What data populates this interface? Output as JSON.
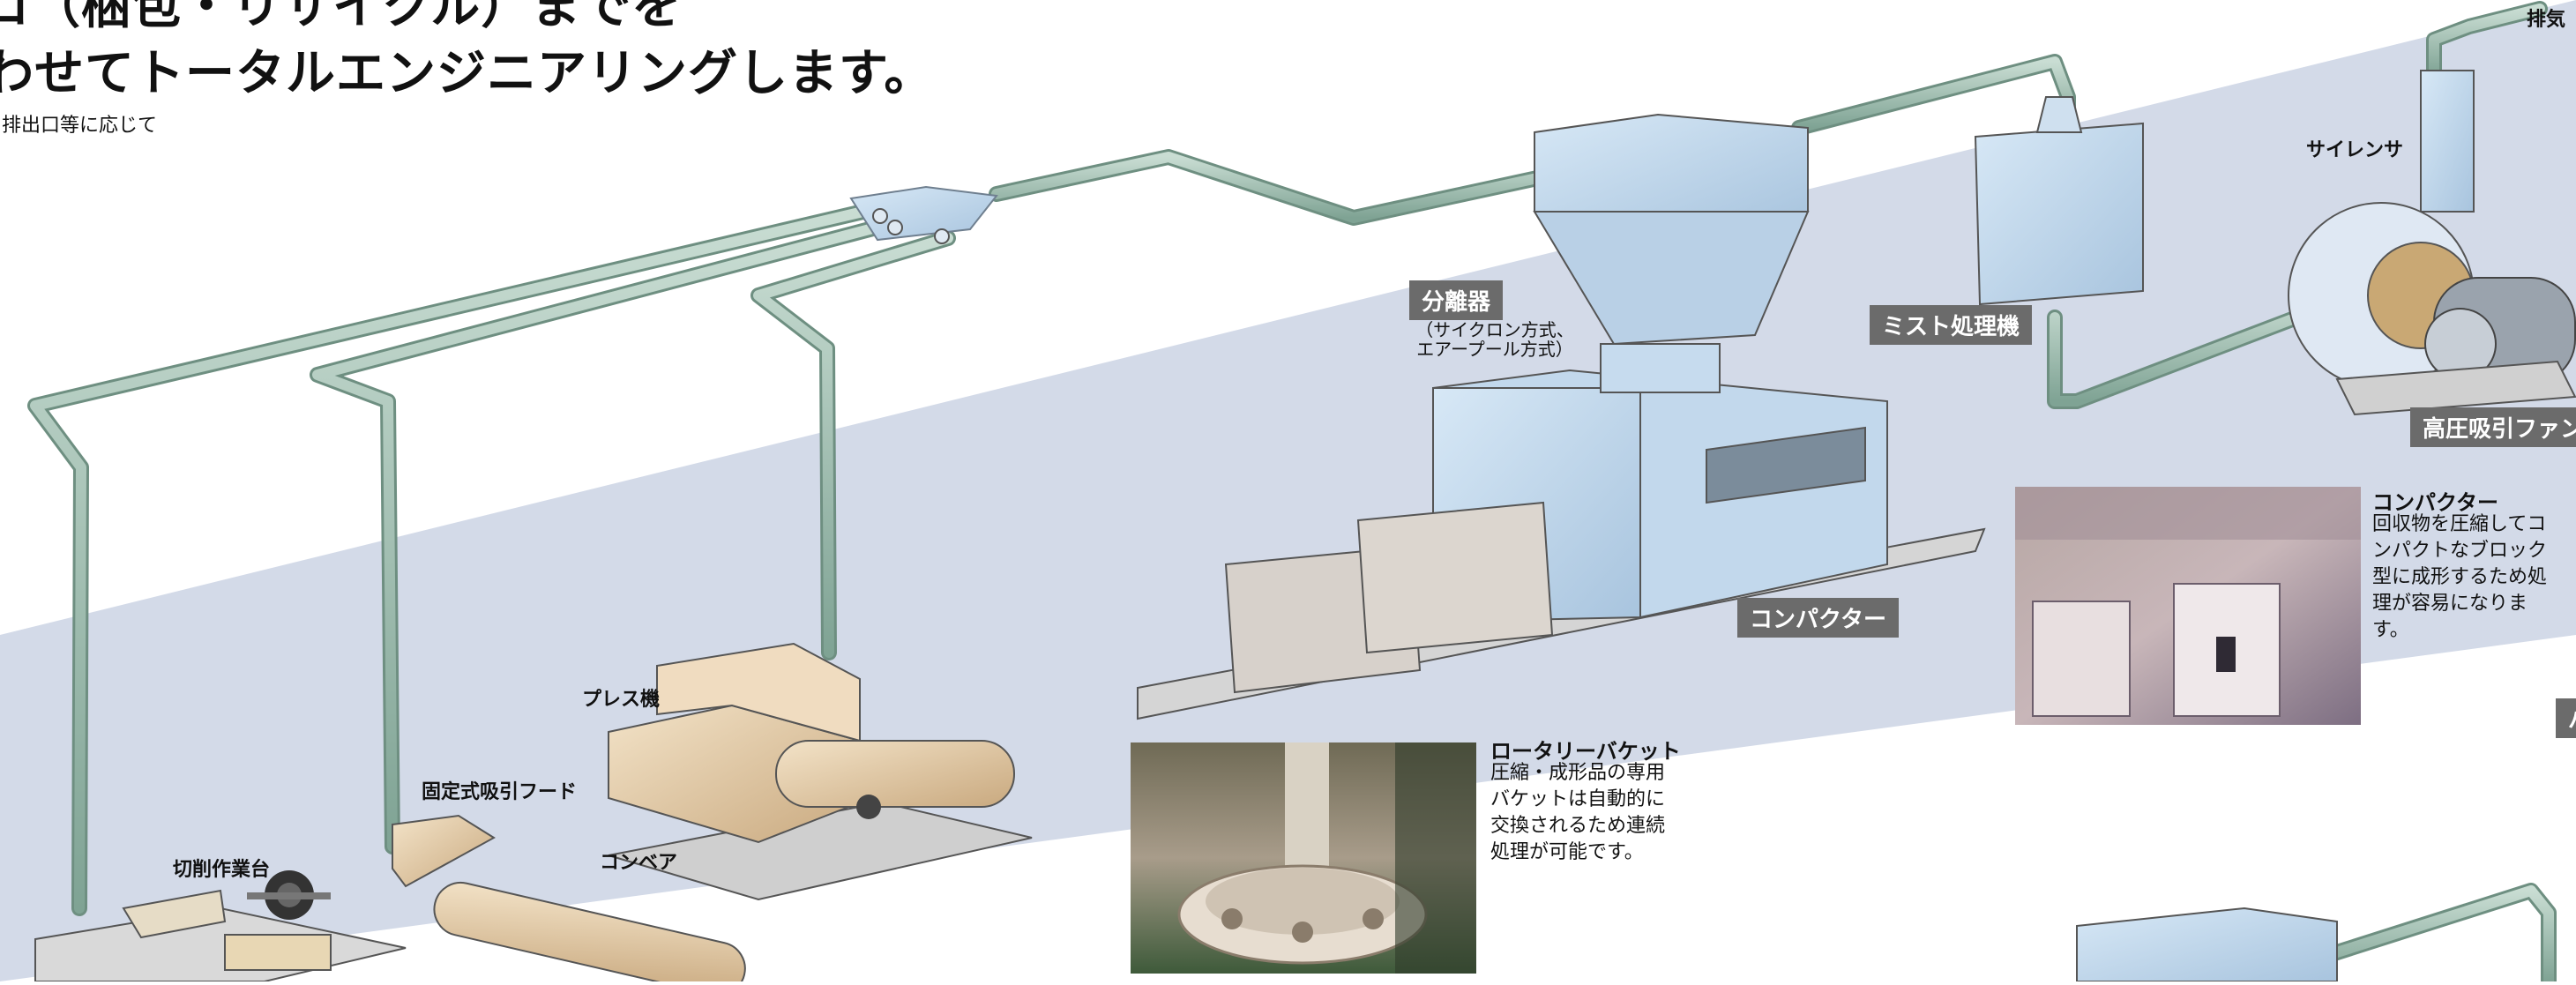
{
  "header": {
    "title_line1": "コ（梱包・リサイクル）までを",
    "title_line2": "わせてトータルエンジニアリングします。",
    "note": "排出口等に応じて"
  },
  "labels": {
    "exhaust": "排気",
    "silencer": "サイレンサ",
    "press": "プレス機",
    "fixed_hood": "固定式吸引フード",
    "cutting_table": "切削作業台",
    "conveyor": "コンベア"
  },
  "boxes": {
    "separator": "分離器",
    "separator_sub1": "（サイクロン方式、",
    "separator_sub2": "エアープール方式）",
    "mist": "ミスト処理機",
    "fan": "高圧吸引ファン",
    "compactor": "コンパクター",
    "partial": "バ"
  },
  "callouts": {
    "rotary_title": "ロータリーバケット",
    "rotary_desc": "圧縮・成形品の専用バケットは自動的に交換されるため連続処理が可能です。",
    "compactor_title": "コンパクター",
    "compactor_desc": "回収物を圧縮してコンパクトなブロック型に成形するため処理が容易になります。"
  }
}
